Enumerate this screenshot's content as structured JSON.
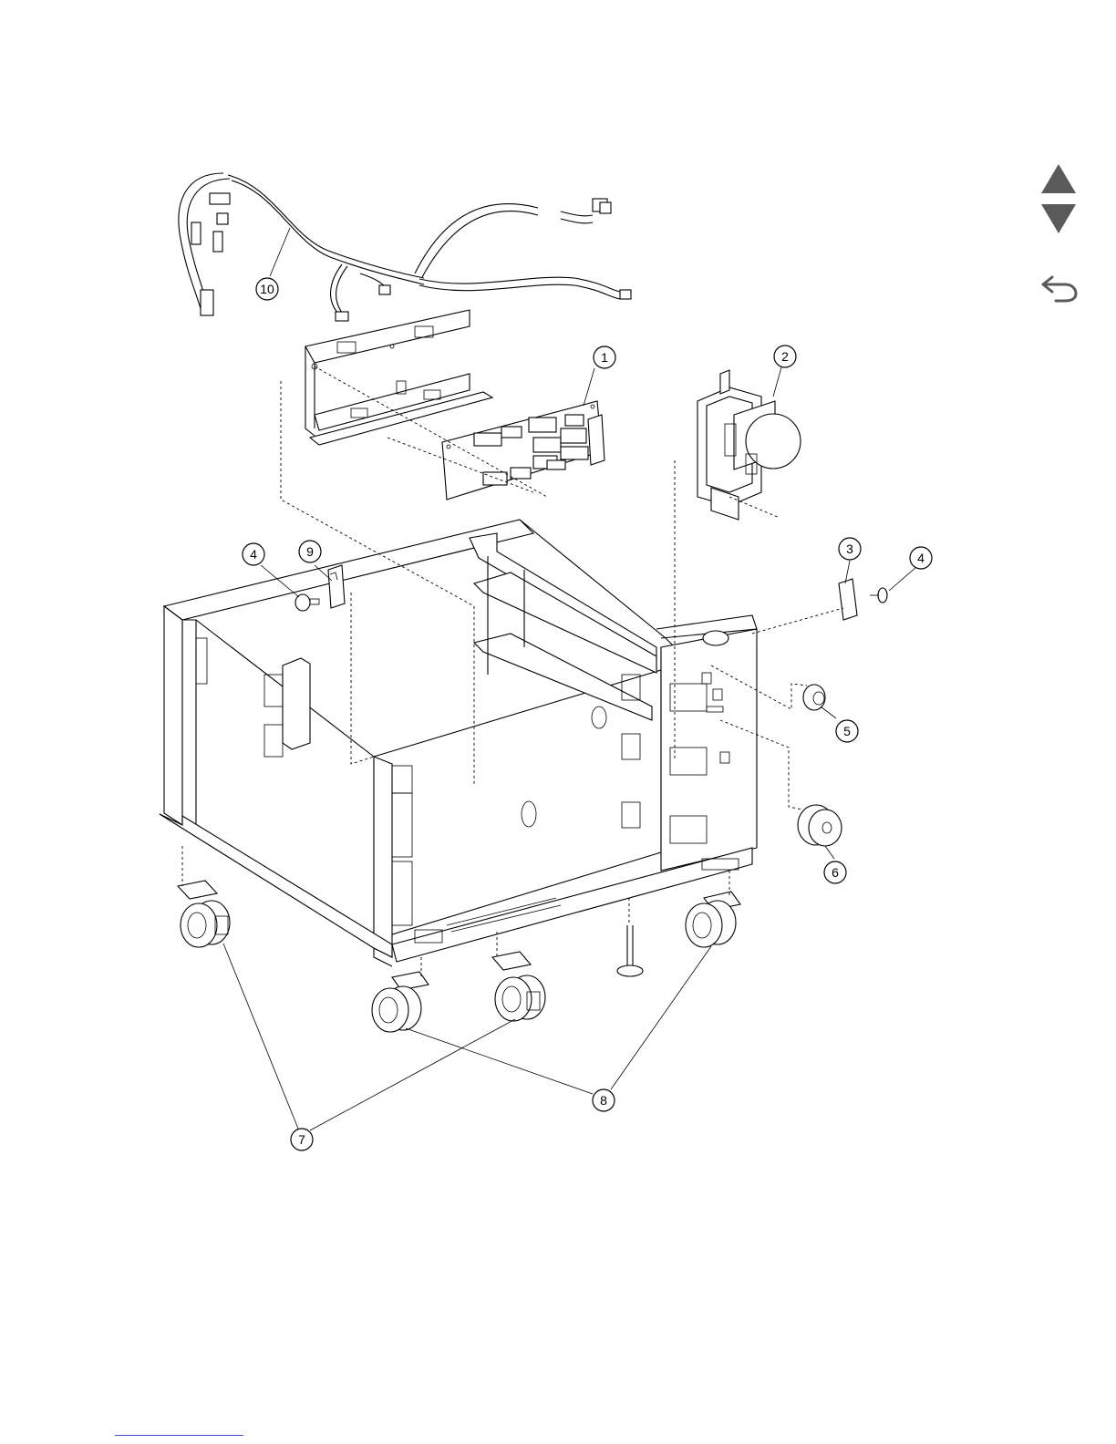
{
  "callouts": [
    {
      "id": "c1",
      "label": "1"
    },
    {
      "id": "c2",
      "label": "2"
    },
    {
      "id": "c3",
      "label": "3"
    },
    {
      "id": "c4a",
      "label": "4"
    },
    {
      "id": "c4b",
      "label": "4"
    },
    {
      "id": "c5",
      "label": "5"
    },
    {
      "id": "c6",
      "label": "6"
    },
    {
      "id": "c7",
      "label": "7"
    },
    {
      "id": "c8",
      "label": "8"
    },
    {
      "id": "c9",
      "label": "9"
    },
    {
      "id": "c10",
      "label": "10"
    }
  ],
  "icons": {
    "prev": "triangle-up-icon",
    "next": "triangle-down-icon",
    "back": "return-arrow-icon"
  },
  "colors": {
    "nav_icon": "#5a5a5a",
    "link": "#3b4fd6"
  },
  "footer": {
    "link_text": ""
  }
}
